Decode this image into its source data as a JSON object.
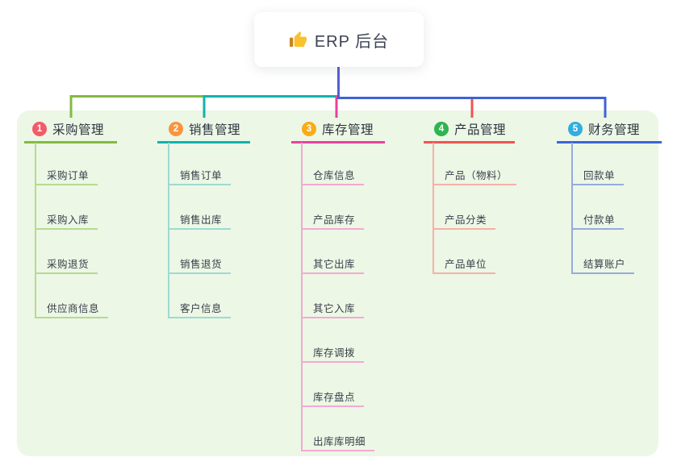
{
  "root": {
    "title": "ERP 后台",
    "icon": "thumbs-up-icon",
    "icon_colors": {
      "hand": "#fbc02d",
      "cuff": "#c78523"
    },
    "line_color": "#5560d2"
  },
  "canvas": {
    "background": "#ffffff",
    "panel_color": "#ecf7e6"
  },
  "branches": [
    {
      "index": "1",
      "title": "采购管理",
      "badge_color": "#f35b68",
      "line_color": "#82ba40",
      "child_line_color": "#b7da8f",
      "children": [
        "采购订单",
        "采购入库",
        "采购退货",
        "供应商信息"
      ]
    },
    {
      "index": "2",
      "title": "销售管理",
      "badge_color": "#f8953f",
      "line_color": "#10b3ab",
      "child_line_color": "#9edad2",
      "children": [
        "销售订单",
        "销售出库",
        "销售退货",
        "客户信息"
      ]
    },
    {
      "index": "3",
      "title": "库存管理",
      "badge_color": "#f9ac16",
      "line_color": "#e8419b",
      "child_line_color": "#f6a8d2",
      "children": [
        "仓库信息",
        "产品库存",
        "其它出库",
        "其它入库",
        "库存调拨",
        "库存盘点",
        "出库库明细"
      ]
    },
    {
      "index": "4",
      "title": "产品管理",
      "badge_color": "#2eb450",
      "line_color": "#f15352",
      "child_line_color": "#f8b0a6",
      "children": [
        "产品（物料）",
        "产品分类",
        "产品单位"
      ]
    },
    {
      "index": "5",
      "title": "财务管理",
      "badge_color": "#33ade0",
      "line_color": "#3e63d6",
      "child_line_color": "#96abdf",
      "children": [
        "回款单",
        "付款单",
        "结算账户"
      ]
    }
  ]
}
